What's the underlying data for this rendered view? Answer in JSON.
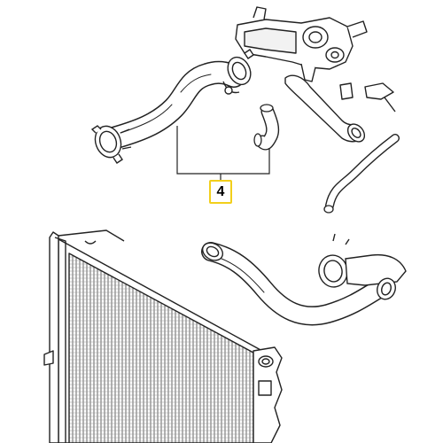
{
  "figure": {
    "kind": "exploded parts diagram",
    "background": "#ffffff",
    "line_color": "#222222",
    "highlight_color": "#f2cf1b"
  },
  "callout": {
    "label": "4"
  },
  "parts": [
    {
      "name": "upper-radiator-hose",
      "icon": "curved-hose"
    },
    {
      "name": "small-elbow-hose",
      "icon": "elbow-hose"
    },
    {
      "name": "thermostat-housing",
      "icon": "engine-housing"
    },
    {
      "name": "connector-pipe",
      "icon": "pipe"
    },
    {
      "name": "thin-bypass-hose",
      "icon": "hose"
    },
    {
      "name": "lower-radiator-hose",
      "icon": "curved-hose"
    },
    {
      "name": "radiator",
      "icon": "radiator-core"
    }
  ]
}
